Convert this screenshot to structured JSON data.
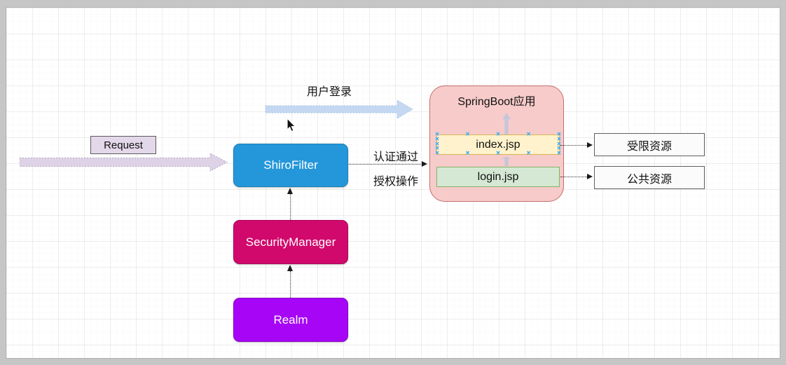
{
  "frame": {
    "color": "#c6c6c6",
    "canvas_background": "#ffffff"
  },
  "labels": {
    "user_login": "用户登录",
    "auth_pass": "认证通过",
    "authz_op": "授权操作"
  },
  "nodes": {
    "request": {
      "label": "Request",
      "fill": "#e3d8e9"
    },
    "shiro_filter": {
      "label": "ShiroFilter",
      "fill": "#2497da"
    },
    "security_manager": {
      "label": "SecurityManager",
      "fill": "#d1096c"
    },
    "realm": {
      "label": "Realm",
      "fill": "#a605f6"
    },
    "springboot_app": {
      "label": "SpringBoot应用",
      "fill": "#f7cbca",
      "border": "#c0706d"
    },
    "index_jsp": {
      "label": "index.jsp",
      "fill": "#fff2cc",
      "border": "#d6b656"
    },
    "login_jsp": {
      "label": "login.jsp",
      "fill": "#d5e8d4",
      "border": "#82b366"
    },
    "restricted_resource": {
      "label": "受限资源",
      "fill": "#fbfbfb"
    },
    "public_resource": {
      "label": "公共资源",
      "fill": "#fbfbfb"
    }
  },
  "arrows": {
    "request_flow_fill": "#ded3e6",
    "user_login_fill": "#c5d8f1",
    "connector_color": "#333333",
    "handle_color": "#2fa3e8"
  },
  "icons": {
    "connection_point": "×"
  }
}
